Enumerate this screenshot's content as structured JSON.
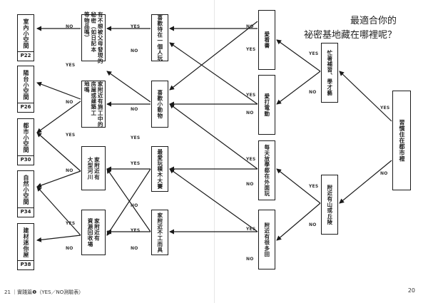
{
  "title": {
    "line1": "最適合你的",
    "line2": "祕密基地藏在哪裡呢？"
  },
  "labels": {
    "yes": "YES",
    "no": "NO"
  },
  "footer": {
    "left": "21 ｜實踐篇❶（YES／NO測驗表）",
    "right": "20"
  },
  "destinations": [
    {
      "id": "d1",
      "text": "室內小空間",
      "page": "P22"
    },
    {
      "id": "d2",
      "text": "陽台小空間",
      "page": "P26"
    },
    {
      "id": "d3",
      "text": "都市小空間",
      "page": "P30"
    },
    {
      "id": "d4",
      "text": "自然小空間",
      "page": "P34"
    },
    {
      "id": "d5",
      "text": "建材迷你屋",
      "page": "P38"
    }
  ],
  "questions": [
    {
      "id": "start",
      "text": "習慣住在都市裡"
    },
    {
      "id": "q_work",
      "text": "忙著補習、學才藝"
    },
    {
      "id": "q_mtn",
      "text": "附近有山或丘陵"
    },
    {
      "id": "q_reader",
      "text": "愛看書"
    },
    {
      "id": "q_games",
      "text": "愛打電動"
    },
    {
      "id": "q_outdoor",
      "text": "每天放學都在外面玩"
    },
    {
      "id": "q_field",
      "text": "附近有很多田"
    },
    {
      "id": "q_alone",
      "text": "喜歡待在一個人玩"
    },
    {
      "id": "q_small",
      "text": "喜歡小動物"
    },
    {
      "id": "q_diy",
      "text": "最愛玩積木大賽"
    },
    {
      "id": "q_tools",
      "text": "家附近不工而具"
    },
    {
      "id": "q_parents",
      "text": "有不想被父母發現的\n秘密（如日記本\n等物品嗎）"
    },
    {
      "id": "q_craft",
      "text": "家附近有施工中的\n房屋或建築工\n地嗎"
    },
    {
      "id": "q_river",
      "text": "家附近有\n大型河川"
    },
    {
      "id": "q_shop",
      "text": "家附近有\n資源回收場"
    }
  ]
}
